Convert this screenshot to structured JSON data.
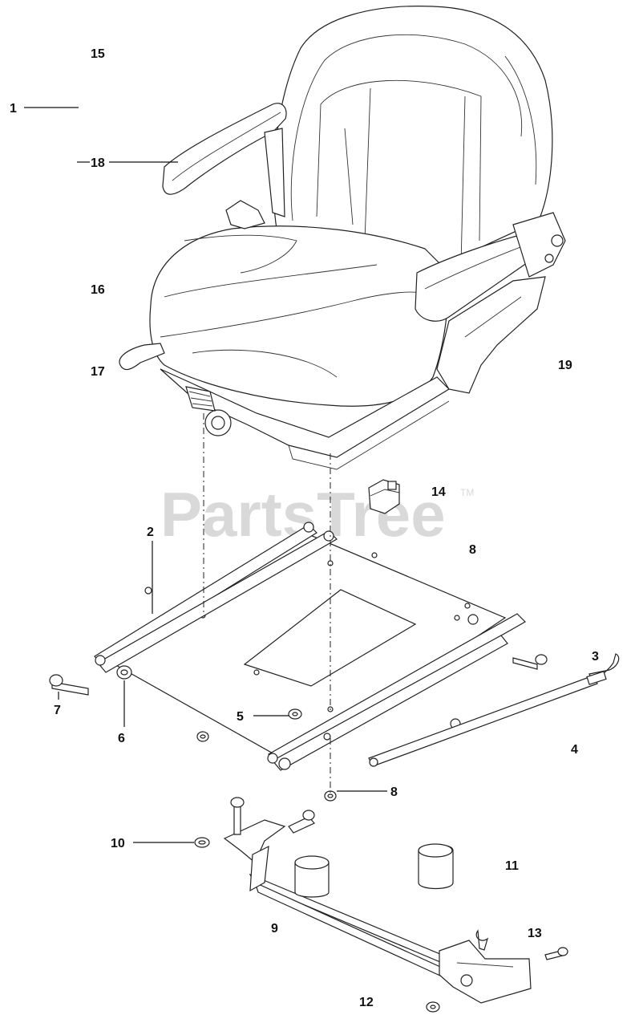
{
  "watermark": {
    "brand": "PartsTree",
    "trademark": "TM"
  },
  "callouts": {
    "c1": "1",
    "c2": "2",
    "c3": "3",
    "c4": "4",
    "c5": "5",
    "c6": "6",
    "c7": "7",
    "c8a": "8",
    "c8b": "8",
    "c9": "9",
    "c10": "10",
    "c11": "11",
    "c12": "12",
    "c13": "13",
    "c14": "14",
    "c15": "15",
    "c16": "16",
    "c17": "17",
    "c18": "18",
    "c19": "19"
  }
}
